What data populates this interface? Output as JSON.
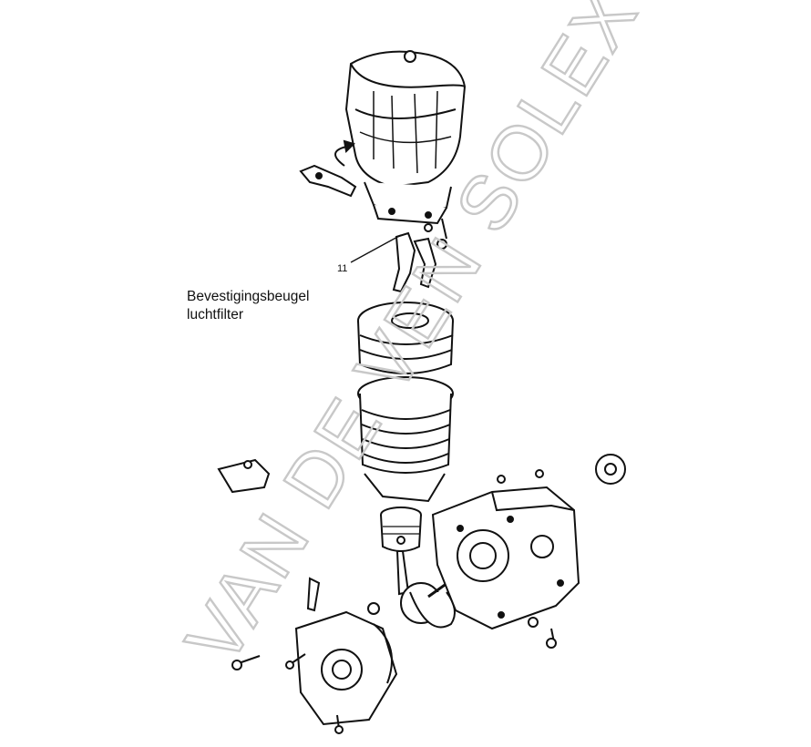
{
  "diagram": {
    "callout_number": "11",
    "caption_line1": "Bevestigingsbeugel",
    "caption_line2": "luchtfilter",
    "watermark": "VAN DE VEN SOLEX"
  },
  "colors": {
    "ink": "#111111",
    "watermark": "#c8c8c8",
    "background": "#ffffff"
  }
}
